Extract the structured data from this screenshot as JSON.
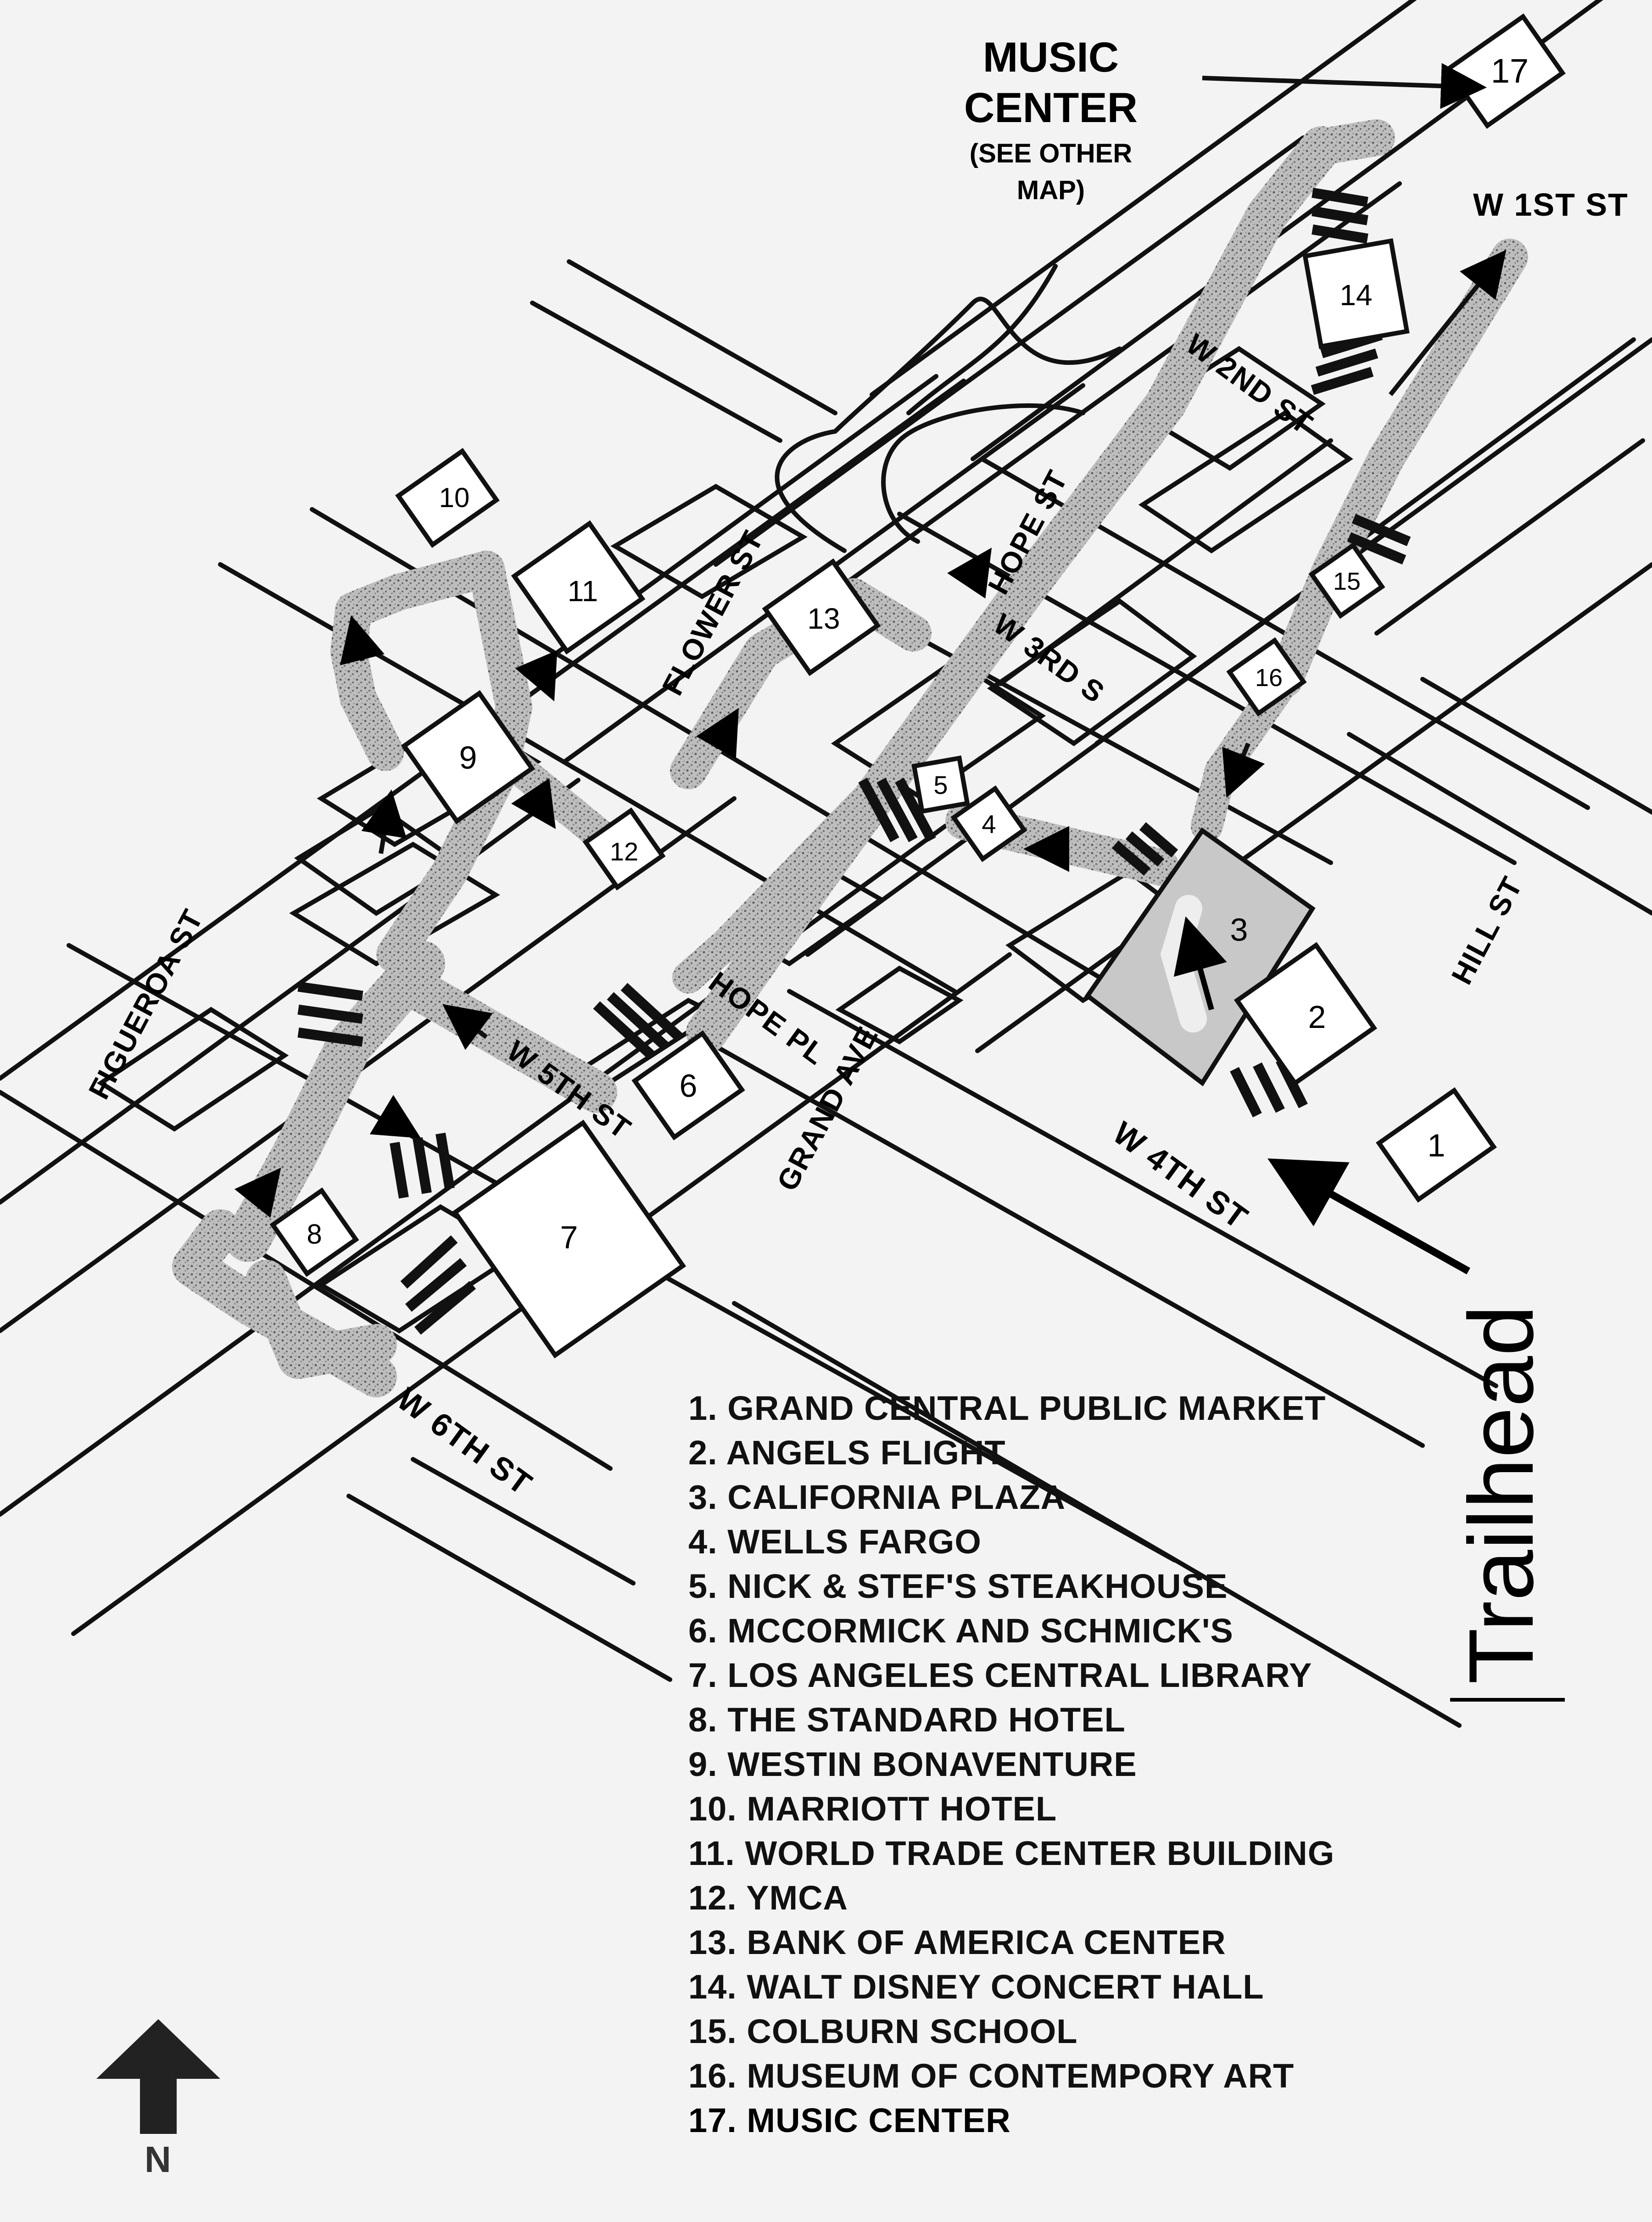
{
  "legend": [
    "1. GRAND CENTRAL PUBLIC MARKET",
    "2. ANGELS FLIGHT",
    "3. CALIFORNIA PLAZA",
    "4. WELLS FARGO",
    "5. NICK & STEF'S STEAKHOUSE",
    "6. MCCORMICK AND SCHMICK'S",
    "7. LOS ANGELES CENTRAL LIBRARY",
    "8. THE STANDARD HOTEL",
    "9. WESTIN BONAVENTURE",
    "10. MARRIOTT HOTEL",
    "11. WORLD TRADE CENTER BUILDING",
    "12. YMCA",
    "13. BANK OF AMERICA CENTER",
    "14. WALT DISNEY CONCERT HALL",
    "15. COLBURN SCHOOL",
    "16. MUSEUM OF CONTEMPORY ART",
    "17. MUSIC CENTER"
  ],
  "streets": {
    "w1st": "W 1ST ST",
    "w2nd": "W 2ND ST",
    "w3rd": "W 3RD S",
    "w4th": "W 4TH ST",
    "w5th": "W 5TH ST",
    "w6th": "W 6TH ST",
    "hope": "HOPE ST",
    "flower": "FLOWER ST",
    "figueroa": "FIGUEROA ST",
    "grand": "GRAND AVE",
    "hopepl": "HOPE PL",
    "hill": "HILL ST"
  },
  "music_center": {
    "title_line1": "MUSIC",
    "title_line2": "CENTER",
    "note_line1": "(SEE OTHER",
    "note_line2": "MAP)"
  },
  "trailhead": "Trailhead",
  "north": "N",
  "markers": {
    "m1": "1",
    "m2": "2",
    "m3": "3",
    "m4": "4",
    "m5": "5",
    "m6": "6",
    "m7": "7",
    "m8": "8",
    "m9": "9",
    "m10": "10",
    "m11": "11",
    "m12": "12",
    "m13": "13",
    "m14": "14",
    "m15": "15",
    "m16": "16",
    "m17": "17"
  },
  "colors": {
    "ink": "#000000",
    "paper": "#f3f3f3",
    "route": "#9a9a9a",
    "plaza": "#c8c8c8"
  }
}
